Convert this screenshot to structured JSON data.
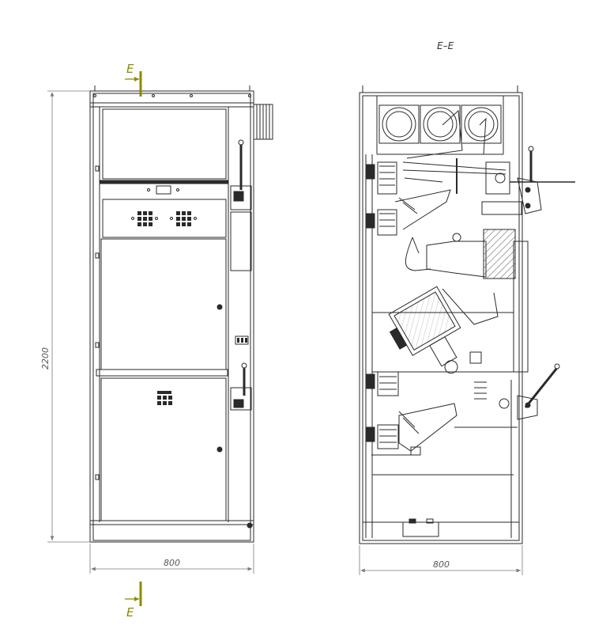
{
  "section_title": "E–E",
  "section_marker_top": "E",
  "section_marker_bottom": "E",
  "dim_height": "2200",
  "dim_width_front": "800",
  "dim_width_section": "800",
  "colors": {
    "line": "#2a2a2a",
    "dimension": "#7a7a7a",
    "section_mark": "#8a8a00",
    "hatch": "#555555"
  }
}
